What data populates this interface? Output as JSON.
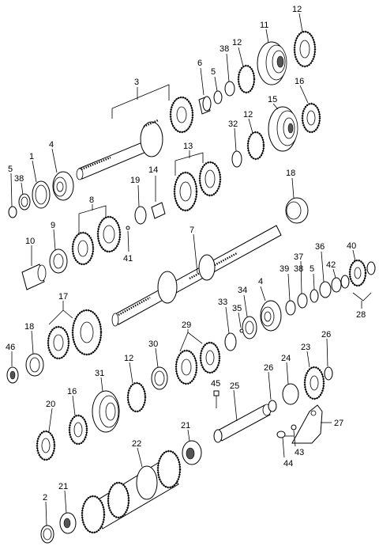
{
  "callouts": {
    "c12a": "12",
    "c11": "11",
    "c12b": "12",
    "c38a": "38",
    "c5a": "5",
    "c6": "6",
    "c3": "3",
    "c16a": "16",
    "c15": "15",
    "c12c": "12",
    "c32": "32",
    "c4a": "4",
    "c1": "1",
    "c5b": "5",
    "c38b": "38",
    "c13": "13",
    "c14": "14",
    "c19": "19",
    "c18a": "18",
    "c8": "8",
    "c9": "9",
    "c10": "10",
    "c41": "41",
    "c7": "7",
    "c40": "40",
    "c36": "36",
    "c37": "37",
    "c38c": "38",
    "c39": "39",
    "c5c": "5",
    "c42": "42",
    "c28": "28",
    "c17": "17",
    "c33": "33",
    "c34": "34",
    "c4b": "4",
    "c35": "35",
    "c18b": "18",
    "c46": "46",
    "c29": "29",
    "c30": "30",
    "c26a": "26",
    "c23": "23",
    "c24": "24",
    "c26b": "26",
    "c31": "31",
    "c12d": "12",
    "c45": "45",
    "c25": "25",
    "c16b": "16",
    "c20": "20",
    "c27": "27",
    "c21a": "21",
    "c43": "43",
    "c44": "44",
    "c22": "22",
    "c2": "2",
    "c21b": "21"
  }
}
